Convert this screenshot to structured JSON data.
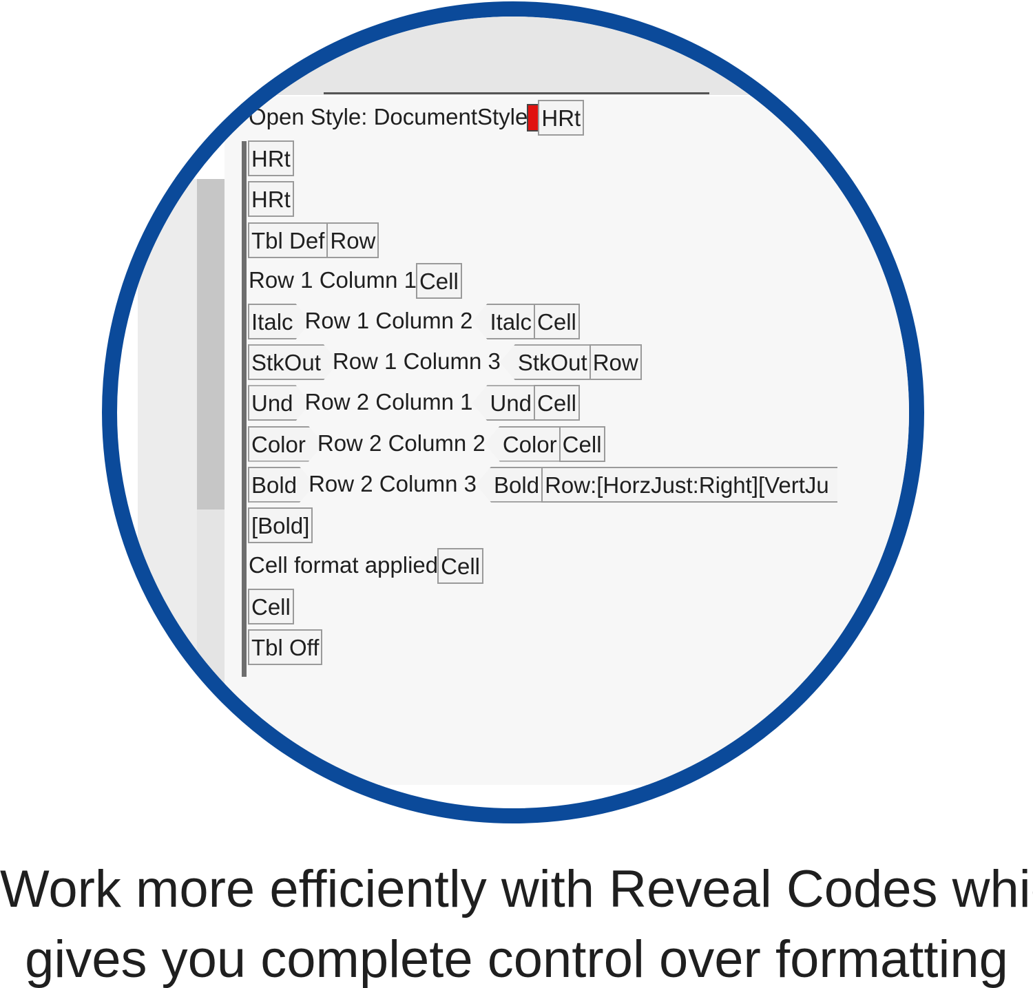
{
  "reveal_codes": {
    "lines": [
      [
        {
          "text": "Open Style: DocumentStyle",
          "kind": "text"
        },
        {
          "text": "",
          "kind": "red",
          "color": "#e0120f"
        },
        {
          "text": "HRt",
          "kind": "box"
        }
      ],
      [
        {
          "text": "HRt",
          "kind": "box"
        }
      ],
      [
        {
          "text": "HRt",
          "kind": "box"
        }
      ],
      [
        {
          "text": "Tbl Def",
          "kind": "box"
        },
        {
          "text": "Row",
          "kind": "box"
        }
      ],
      [
        {
          "text": "Row 1 Column 1",
          "kind": "text"
        },
        {
          "text": "Cell",
          "kind": "box"
        }
      ],
      [
        {
          "text": "Italc",
          "kind": "open"
        },
        {
          "text": "Row 1 Column 2",
          "kind": "text"
        },
        {
          "text": "Italc",
          "kind": "close"
        },
        {
          "text": "Cell",
          "kind": "box"
        }
      ],
      [
        {
          "text": "StkOut",
          "kind": "open"
        },
        {
          "text": "Row 1 Column 3",
          "kind": "text"
        },
        {
          "text": "StkOut",
          "kind": "close"
        },
        {
          "text": "Row",
          "kind": "box"
        }
      ],
      [
        {
          "text": "Und",
          "kind": "open"
        },
        {
          "text": "Row 2 Column 1",
          "kind": "text"
        },
        {
          "text": "Und",
          "kind": "close"
        },
        {
          "text": "Cell",
          "kind": "box"
        }
      ],
      [
        {
          "text": "Color",
          "kind": "open"
        },
        {
          "text": "Row 2 Column 2",
          "kind": "text"
        },
        {
          "text": "Color",
          "kind": "close"
        },
        {
          "text": "Cell",
          "kind": "box"
        }
      ],
      [
        {
          "text": "Bold",
          "kind": "open"
        },
        {
          "text": "Row 2 Column 3",
          "kind": "text"
        },
        {
          "text": "Bold",
          "kind": "close"
        },
        {
          "text": "Row:[HorzJust:Right][VertJu",
          "kind": "wide"
        }
      ],
      [
        {
          "text": "[Bold]",
          "kind": "box"
        }
      ],
      [
        {
          "text": "Cell format applied",
          "kind": "text"
        },
        {
          "text": "Cell",
          "kind": "box"
        }
      ],
      [
        {
          "text": "Cell",
          "kind": "box"
        }
      ],
      [
        {
          "text": "Tbl Off",
          "kind": "box"
        }
      ]
    ]
  },
  "caption": {
    "line1": "Work more efficiently with Reveal Codes which",
    "line2": "gives you complete control over formatting"
  },
  "colors": {
    "ring": "#0b4a9a",
    "code_marker": "#e0120f"
  }
}
